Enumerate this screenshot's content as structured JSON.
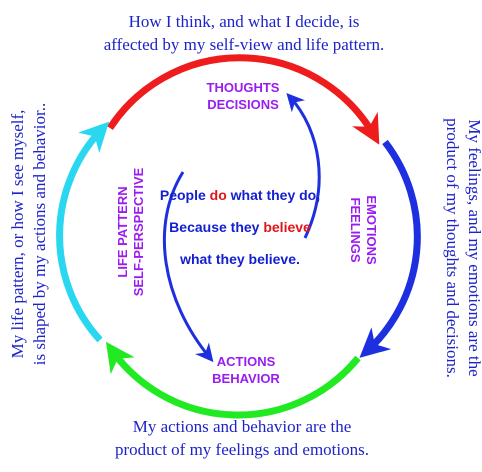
{
  "captions": {
    "top": {
      "line1": "How I think, and what I decide, is",
      "line2": "affected by my self-view and life pattern."
    },
    "right": {
      "line1": "My feelings, and my emotions are the",
      "line2": "product of my thoughts and decisions."
    },
    "bottom": {
      "line1": "My actions and behavior are the",
      "line2": "product of my feelings and emotions."
    },
    "left": {
      "line1": "My life pattern, or how I see myself,",
      "line2": "is shaped by my actions and behavior.."
    }
  },
  "nodes": {
    "thoughts": {
      "line1": "THOUGHTS",
      "line2": "DECISIONS"
    },
    "emotions": {
      "line1": "EMOTIONS",
      "line2": "FEELINGS"
    },
    "actions": {
      "line1": "ACTIONS",
      "line2": "BEHAVIOR"
    },
    "life_pattern": {
      "line1": "LIFE PATTERN",
      "line2": "SELF-PERSPECTIVE"
    }
  },
  "center": {
    "line1_pre": "People ",
    "line1_hl": "do",
    "line1_post": " what they do,",
    "line2_pre": "Because they ",
    "line2_hl": "believe",
    "line3": "what they believe."
  },
  "colors": {
    "caption_text": "#1d23c9",
    "node_text": "#9a1cf0",
    "center_text": "#1420d0",
    "highlight": "#e3131a",
    "arc_top": "#ee1c1c",
    "arc_right": "#1e2fe0",
    "arc_bottom": "#22ea22",
    "arc_left": "#29d8f0",
    "inner_arrows": "#1e2fe0"
  }
}
